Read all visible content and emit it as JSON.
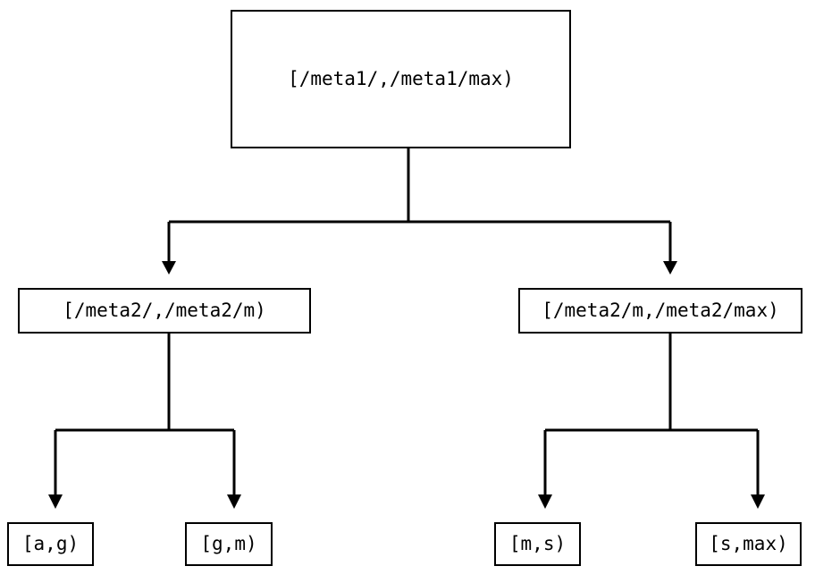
{
  "diagram": {
    "type": "tree",
    "orientation": "top-down",
    "background_color": "#ffffff",
    "line_color": "#000000",
    "text_color": "#000000",
    "nodes": {
      "root": {
        "label": "[/meta1/,/meta1/max)"
      },
      "mid_left": {
        "label": "[/meta2/,/meta2/m)"
      },
      "mid_right": {
        "label": "[/meta2/m,/meta2/max)"
      },
      "leaves": [
        {
          "label": "[a,g)"
        },
        {
          "label": "[g,m)"
        },
        {
          "label": "[m,s)"
        },
        {
          "label": "[s,max)"
        }
      ]
    },
    "edges": [
      {
        "from": "root",
        "to": "mid_left",
        "arrow": "filled-triangle-down"
      },
      {
        "from": "root",
        "to": "mid_right",
        "arrow": "filled-triangle-down"
      },
      {
        "from": "mid_left",
        "to": "leaf-0",
        "arrow": "filled-triangle-down"
      },
      {
        "from": "mid_left",
        "to": "leaf-1",
        "arrow": "filled-triangle-down"
      },
      {
        "from": "mid_right",
        "to": "leaf-2",
        "arrow": "filled-triangle-down"
      },
      {
        "from": "mid_right",
        "to": "leaf-3",
        "arrow": "filled-triangle-down"
      }
    ]
  }
}
